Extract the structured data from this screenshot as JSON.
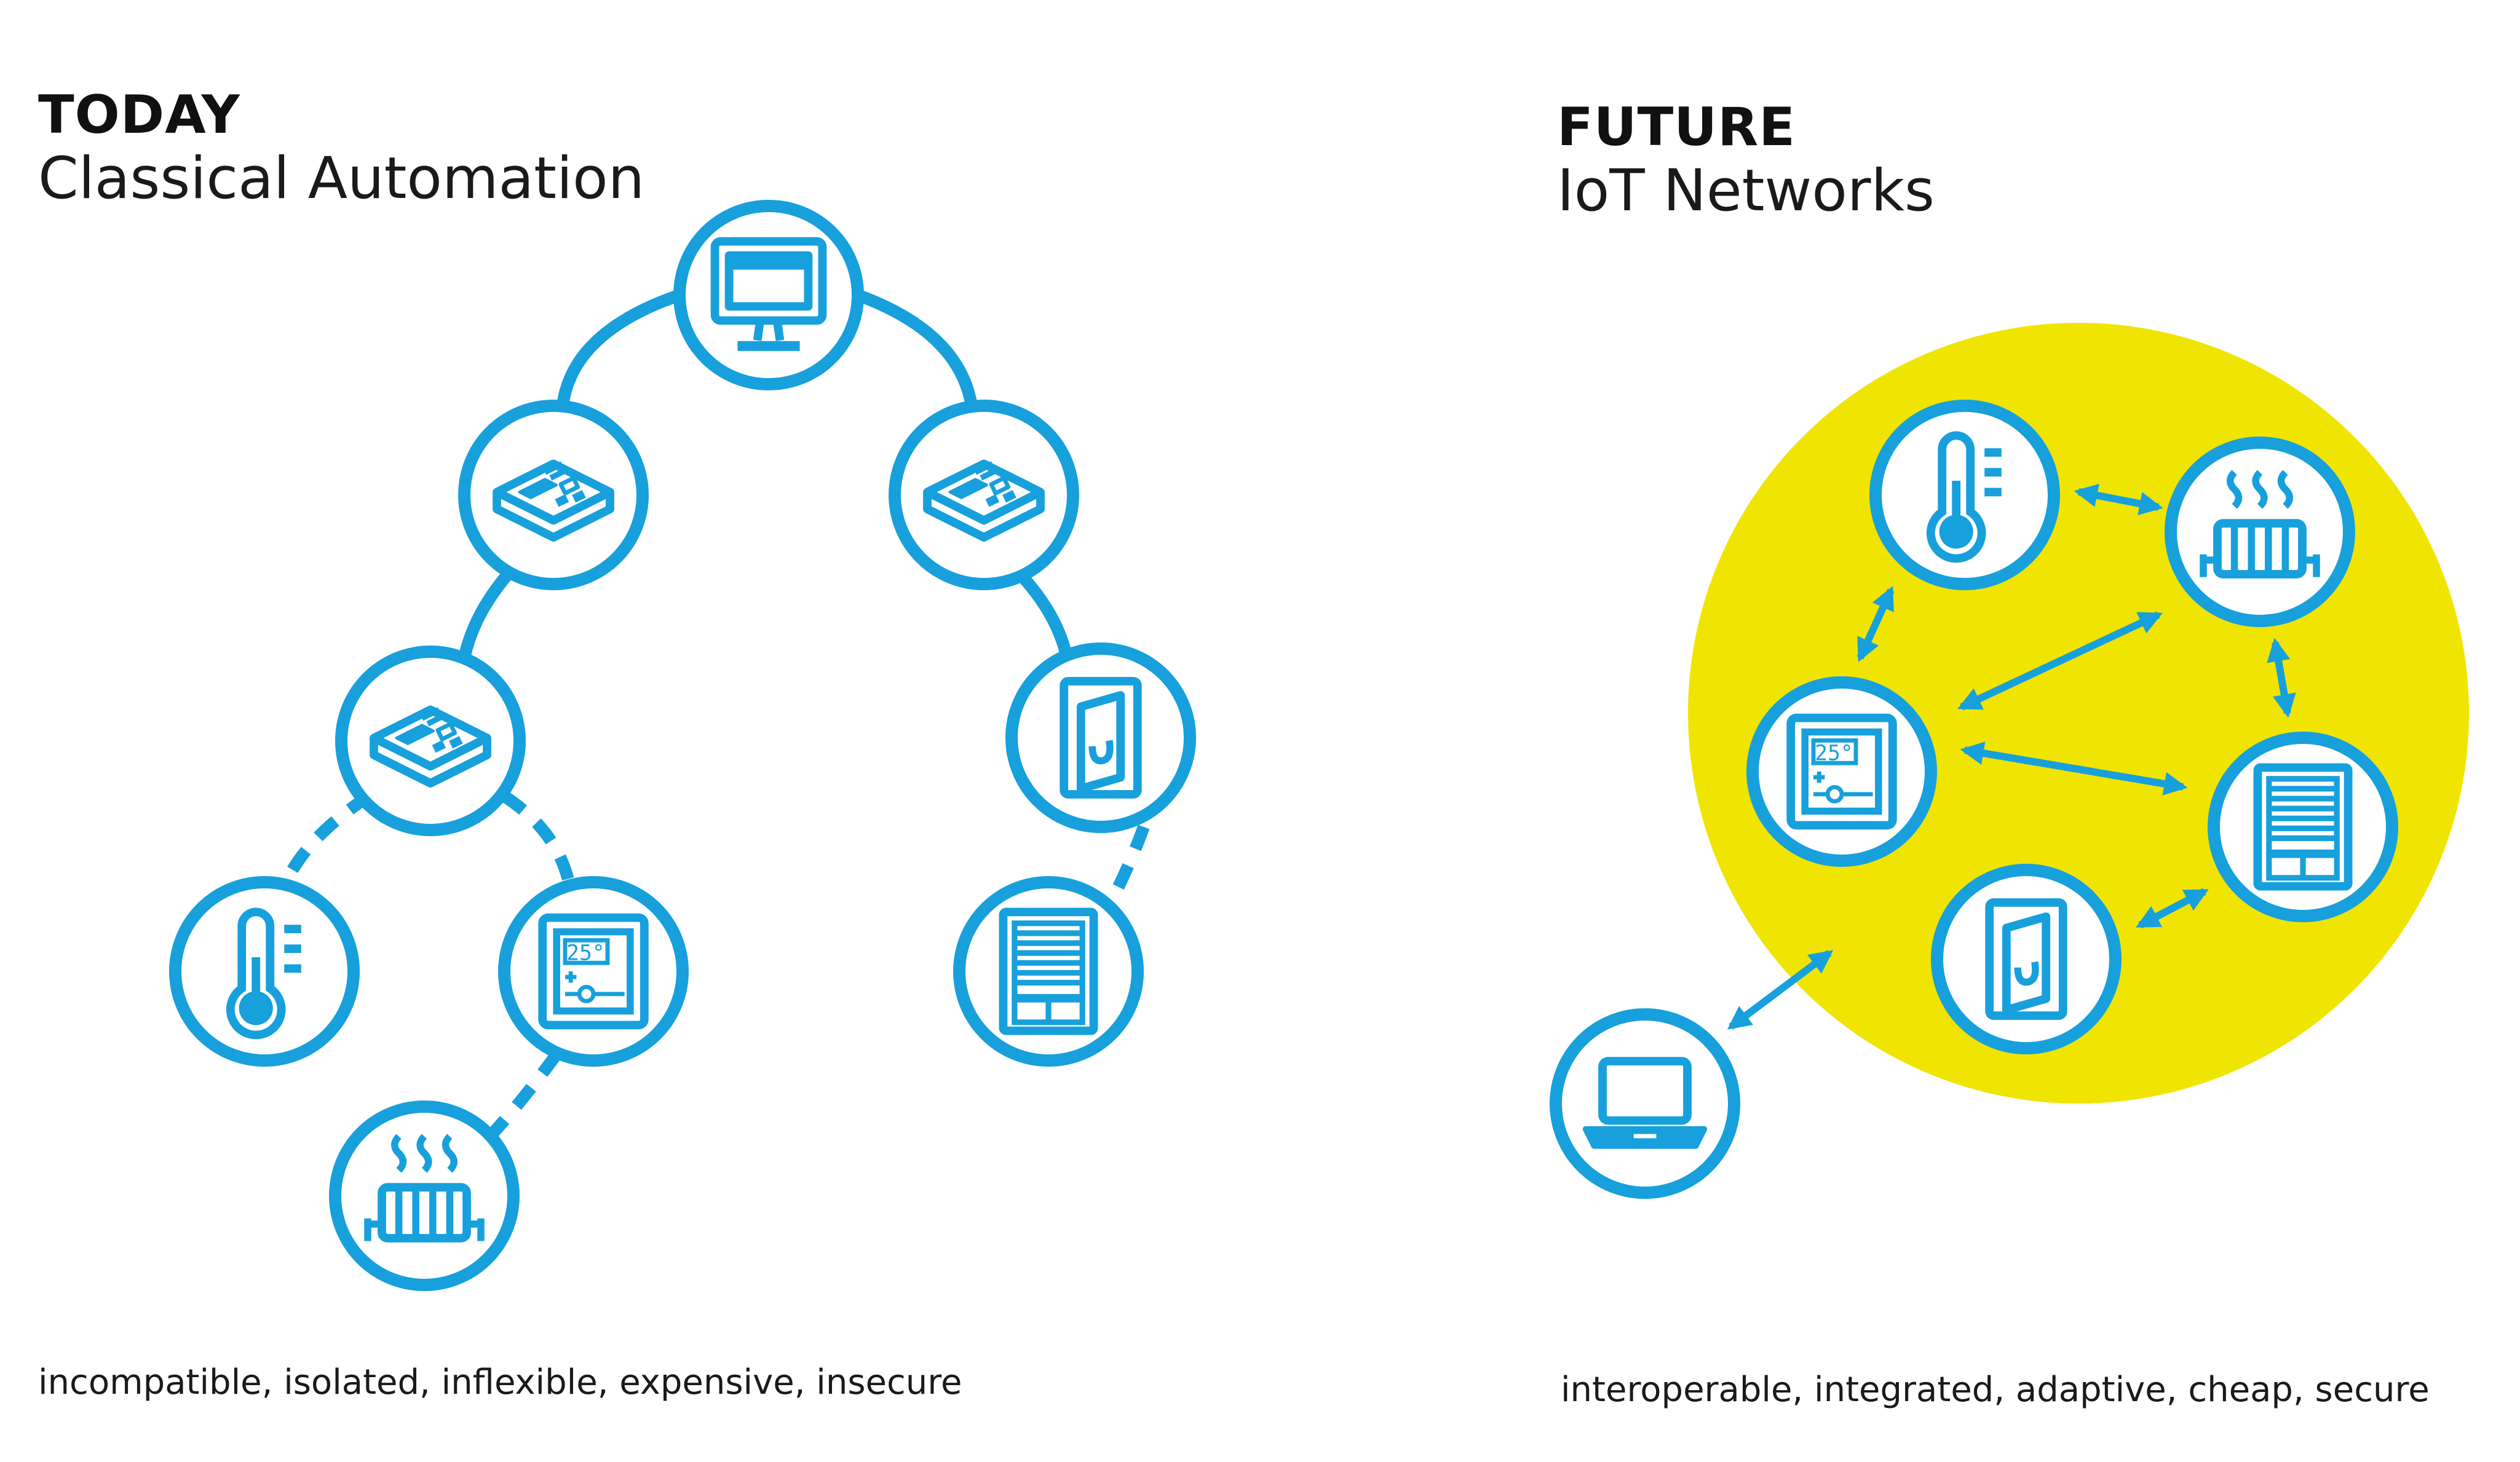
{
  "colors": {
    "blue": "#17a0dc",
    "yellow": "#f0e500",
    "text": "#111111"
  },
  "today": {
    "heading": "TODAY",
    "subheading": "Classical Automation",
    "caption": "incompatible, isolated, inflexible, expensive, insecure",
    "nodes": [
      "monitor-icon",
      "controller-icon",
      "controller-icon",
      "controller-icon",
      "switch-icon",
      "thermometer-icon",
      "thermostat-icon",
      "blinds-icon",
      "radiator-icon"
    ]
  },
  "future": {
    "heading": "FUTURE",
    "subheading": "IoT Networks",
    "caption": "interoperable, integrated, adaptive, cheap, secure",
    "nodes": [
      "thermometer-icon",
      "radiator-icon",
      "thermostat-icon",
      "blinds-icon",
      "switch-icon",
      "laptop-icon"
    ]
  },
  "thermostat_display": "25°"
}
